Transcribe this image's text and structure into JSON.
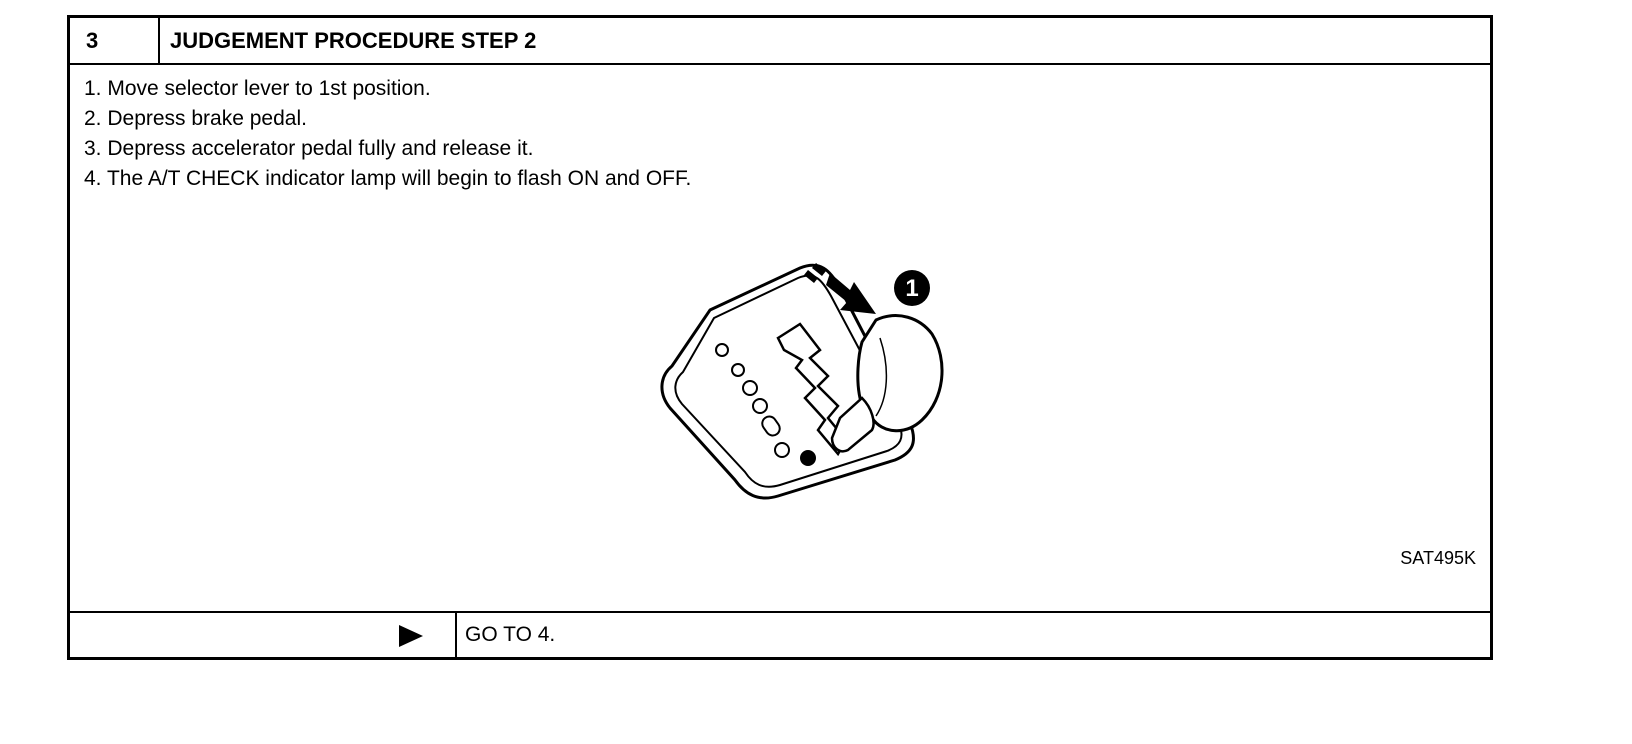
{
  "header": {
    "step_number": "3",
    "title": "JUDGEMENT PROCEDURE STEP 2"
  },
  "steps": [
    "1. Move selector lever to 1st position.",
    "2. Depress brake pedal.",
    "3. Depress accelerator pedal fully and release it.",
    "4. The A/T CHECK indicator lamp will begin to flash ON and OFF."
  ],
  "figure": {
    "callout_number": "1",
    "code": "SAT495K"
  },
  "footer": {
    "action": "GO TO 4."
  }
}
